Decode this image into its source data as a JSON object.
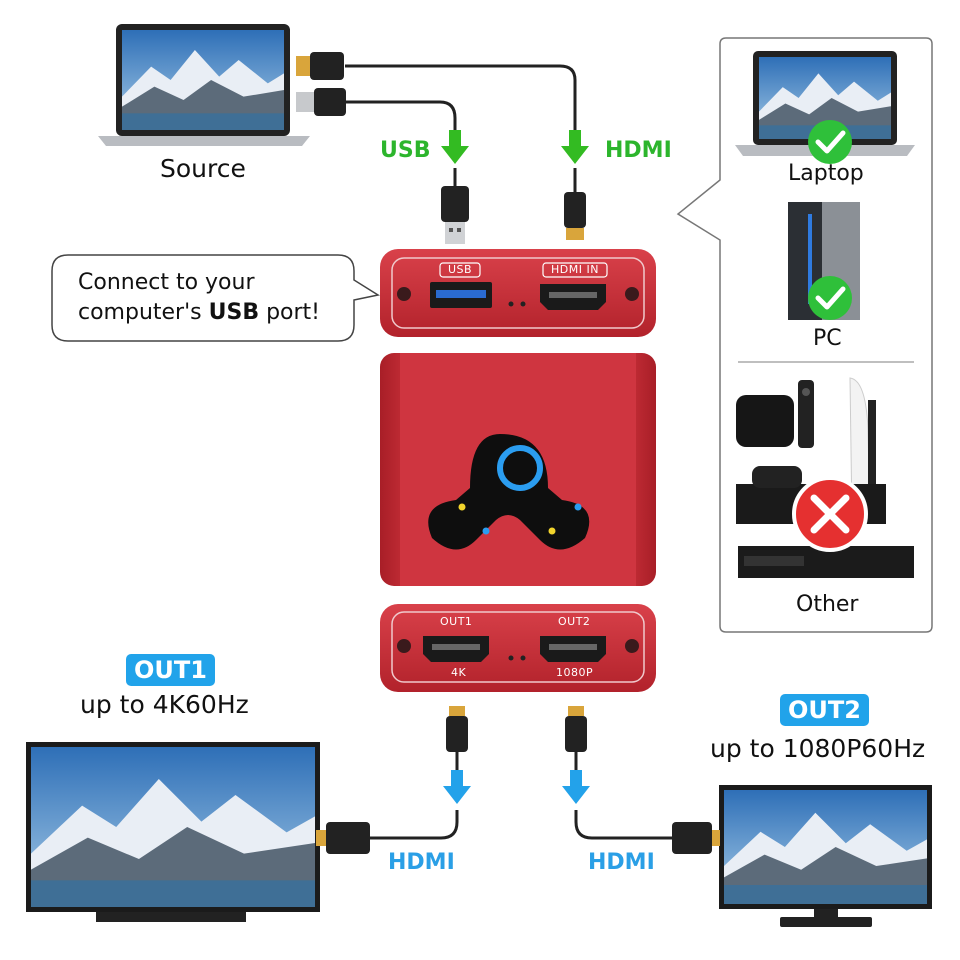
{
  "source": {
    "label": "Source"
  },
  "inputs": {
    "usb_label": "USB",
    "hdmi_label": "HDMI"
  },
  "device": {
    "top_ports": {
      "usb": "USB",
      "hdmi_in": "HDMI IN"
    },
    "bottom_ports": {
      "out1": "OUT1",
      "out2": "OUT2",
      "out1_res": "4K",
      "out2_res": "1080P"
    }
  },
  "callout": {
    "line1": "Connect to your",
    "line2_prefix": "computer's ",
    "line2_bold": "USB",
    "line2_suffix": " port!"
  },
  "compatibility": {
    "laptop": {
      "label": "Laptop",
      "status": "supported"
    },
    "pc": {
      "label": "PC",
      "status": "supported"
    },
    "other": {
      "label": "Other",
      "status": "unsupported"
    }
  },
  "outputs": {
    "out1": {
      "badge": "OUT1",
      "desc": "up to 4K60Hz",
      "cable": "HDMI"
    },
    "out2": {
      "badge": "OUT2",
      "desc": "up to 1080P60Hz",
      "cable": "HDMI"
    }
  },
  "colors": {
    "device_red": "#c9313b",
    "check_green": "#2fc03a",
    "cross_red": "#e53030",
    "arrow_green": "#33bb22",
    "arrow_blue": "#23a2ea"
  }
}
